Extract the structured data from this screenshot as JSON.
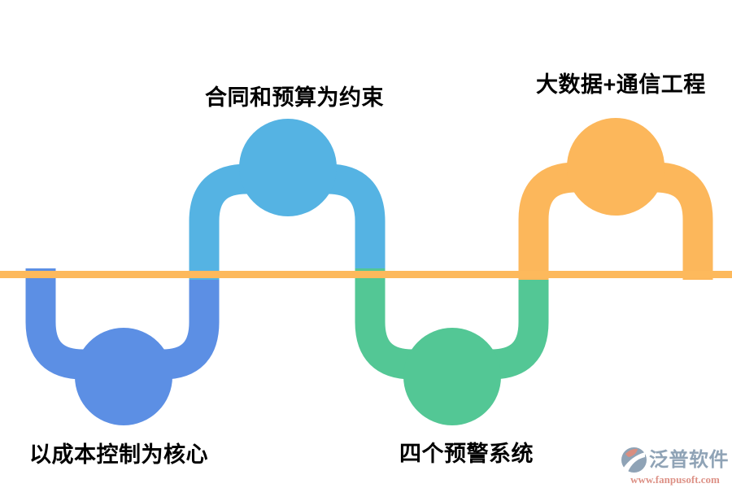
{
  "diagram": {
    "background_color": "#FFFFFF",
    "baseline_color": "#FDB95C",
    "label_color": "#000000",
    "nodes": [
      {
        "id": "cost-control",
        "label": "以成本控制为核心",
        "color": "#5C8FE4",
        "position": "below-line"
      },
      {
        "id": "contract-budget",
        "label": "合同和预算为约束",
        "color": "#55B3E3",
        "position": "above-line"
      },
      {
        "id": "warning-systems",
        "label": "四个预警系统",
        "color": "#53C795",
        "position": "below-line"
      },
      {
        "id": "bigdata-communication",
        "label": "大数据+通信工程",
        "color": "#FCB75B",
        "position": "above-line"
      }
    ]
  },
  "watermark": {
    "brand": "泛普软件",
    "url": "www.fanpusoft.com",
    "brand_color": "#8FA3B6",
    "url_color": "#DD9186",
    "logo_primary_color": "#8FA3B6",
    "logo_accent_color": "#D98E80"
  }
}
